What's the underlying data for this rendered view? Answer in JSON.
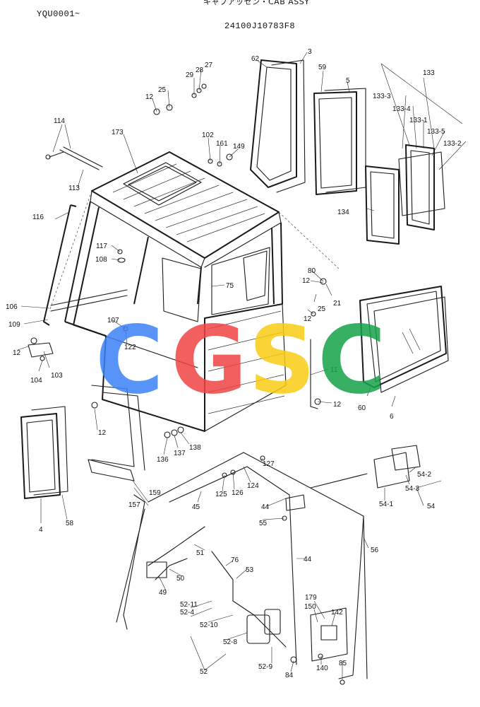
{
  "header": {
    "title_top": "キャブアッセン・CAB ASSY",
    "serial": "YQU0001~",
    "part_number": "24100J10783F8"
  },
  "watermark": {
    "letters": [
      "C",
      "G",
      "S",
      "C"
    ],
    "colors": [
      "#3b82f6",
      "#ef4444",
      "#facc15",
      "#16a34a"
    ]
  },
  "callouts": [
    {
      "id": "c3",
      "text": "3"
    },
    {
      "id": "c62",
      "text": "62"
    },
    {
      "id": "c59",
      "text": "59"
    },
    {
      "id": "c5",
      "text": "5"
    },
    {
      "id": "c133",
      "text": "133"
    },
    {
      "id": "c133_3",
      "text": "133-3"
    },
    {
      "id": "c133_4",
      "text": "133-4"
    },
    {
      "id": "c133_1",
      "text": "133-1"
    },
    {
      "id": "c133_5",
      "text": "133-5"
    },
    {
      "id": "c133_2",
      "text": "133-2"
    },
    {
      "id": "c134",
      "text": "134"
    },
    {
      "id": "c27",
      "text": "27"
    },
    {
      "id": "c28",
      "text": "28"
    },
    {
      "id": "c29",
      "text": "29"
    },
    {
      "id": "c25a",
      "text": "25"
    },
    {
      "id": "c12a",
      "text": "12"
    },
    {
      "id": "c114",
      "text": "114"
    },
    {
      "id": "c173",
      "text": "173"
    },
    {
      "id": "c102",
      "text": "102"
    },
    {
      "id": "c161",
      "text": "161"
    },
    {
      "id": "c149",
      "text": "149"
    },
    {
      "id": "c113",
      "text": "113"
    },
    {
      "id": "c116",
      "text": "116"
    },
    {
      "id": "c117",
      "text": "117"
    },
    {
      "id": "c108",
      "text": "108"
    },
    {
      "id": "c75",
      "text": "75"
    },
    {
      "id": "c80",
      "text": "80"
    },
    {
      "id": "c12b",
      "text": "12"
    },
    {
      "id": "c21",
      "text": "21"
    },
    {
      "id": "c25b",
      "text": "25"
    },
    {
      "id": "c12c",
      "text": "12"
    },
    {
      "id": "c106",
      "text": "106"
    },
    {
      "id": "c109",
      "text": "109"
    },
    {
      "id": "c107",
      "text": "107"
    },
    {
      "id": "c122",
      "text": "122"
    },
    {
      "id": "c12d",
      "text": "12"
    },
    {
      "id": "c104",
      "text": "104"
    },
    {
      "id": "c103",
      "text": "103"
    },
    {
      "id": "c11",
      "text": "11"
    },
    {
      "id": "c12e",
      "text": "12"
    },
    {
      "id": "c60",
      "text": "60"
    },
    {
      "id": "c6",
      "text": "6"
    },
    {
      "id": "c12f",
      "text": "12"
    },
    {
      "id": "c136",
      "text": "136"
    },
    {
      "id": "c137",
      "text": "137"
    },
    {
      "id": "c138",
      "text": "138"
    },
    {
      "id": "c127",
      "text": "127"
    },
    {
      "id": "c125",
      "text": "125"
    },
    {
      "id": "c126",
      "text": "126"
    },
    {
      "id": "c124",
      "text": "124"
    },
    {
      "id": "c54_2",
      "text": "54-2"
    },
    {
      "id": "c54_3",
      "text": "54-3"
    },
    {
      "id": "c54_1",
      "text": "54-1"
    },
    {
      "id": "c54",
      "text": "54"
    },
    {
      "id": "c4",
      "text": "4"
    },
    {
      "id": "c58",
      "text": "58"
    },
    {
      "id": "c157",
      "text": "157"
    },
    {
      "id": "c159",
      "text": "159"
    },
    {
      "id": "c45",
      "text": "45"
    },
    {
      "id": "c44a",
      "text": "44"
    },
    {
      "id": "c55",
      "text": "55"
    },
    {
      "id": "c56",
      "text": "56"
    },
    {
      "id": "c51",
      "text": "51"
    },
    {
      "id": "c76",
      "text": "76"
    },
    {
      "id": "c53",
      "text": "53"
    },
    {
      "id": "c50",
      "text": "50"
    },
    {
      "id": "c49",
      "text": "49"
    },
    {
      "id": "c44b",
      "text": "44"
    },
    {
      "id": "c52_11",
      "text": "52-11"
    },
    {
      "id": "c52_4",
      "text": "52-4"
    },
    {
      "id": "c52_10",
      "text": "52-10"
    },
    {
      "id": "c52_8",
      "text": "52-8"
    },
    {
      "id": "c52_9",
      "text": "52-9"
    },
    {
      "id": "c52",
      "text": "52"
    },
    {
      "id": "c179",
      "text": "179"
    },
    {
      "id": "c150",
      "text": "150"
    },
    {
      "id": "c142",
      "text": "142"
    },
    {
      "id": "c140",
      "text": "140"
    },
    {
      "id": "c85",
      "text": "85"
    },
    {
      "id": "c84",
      "text": "84"
    }
  ]
}
